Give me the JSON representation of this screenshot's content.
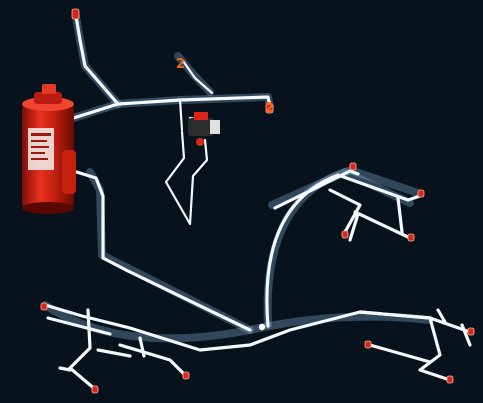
{
  "callouts": [
    "2",
    "2"
  ],
  "colors": {
    "background": "#07121c",
    "pipe": "#f4f8fb",
    "pipe_glow": "#9fd2ff",
    "cylinder": "#d8271a",
    "nozzle": "#d8271a",
    "callout": "#ef6a1e"
  },
  "components": [
    "fire-suppression-cylinder",
    "control-valve",
    "pipe-network",
    "discharge-nozzles"
  ]
}
